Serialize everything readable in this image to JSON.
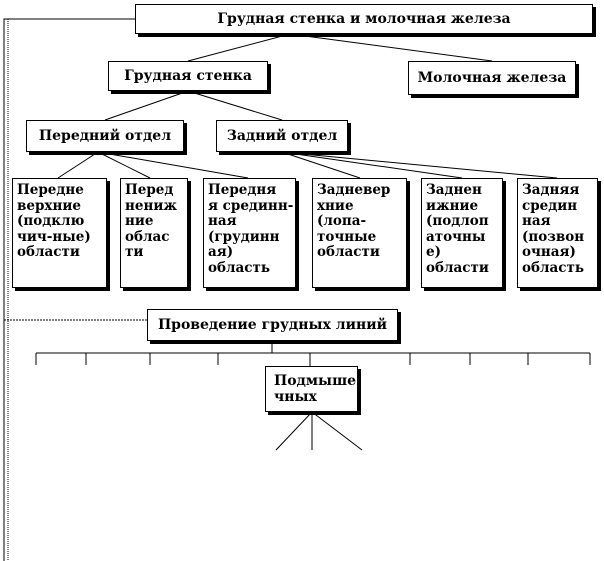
{
  "title": "Грудная стенка и молочная железа",
  "nodes": {
    "chest_wall": "Грудная стенка",
    "mammary_gland": "Молочная железа",
    "anterior": "Передний отдел",
    "posterior": "Задний отдел",
    "regions": [
      "Передне\nверхние\n(подклю\nчич-ные)\nобласти",
      "Перед\nнениж\nние\nоблас\nти",
      "Передня\nя срединн-\nная\n(грудинн\nая)\nобласть",
      "Задневер\nхние\n(лопа-\nточные\nобласти",
      "Заднен\nижние\n(подлоп\nаточны\nе)\nобласти",
      "Задняя\nсредин\nная\n(позвон\nочная)\nобласть"
    ],
    "chest_lines": "Проведение грудных линий",
    "axillary": "Подмыше\nчных"
  },
  "colors": {
    "line": "#000000",
    "background": "#ffffff"
  }
}
